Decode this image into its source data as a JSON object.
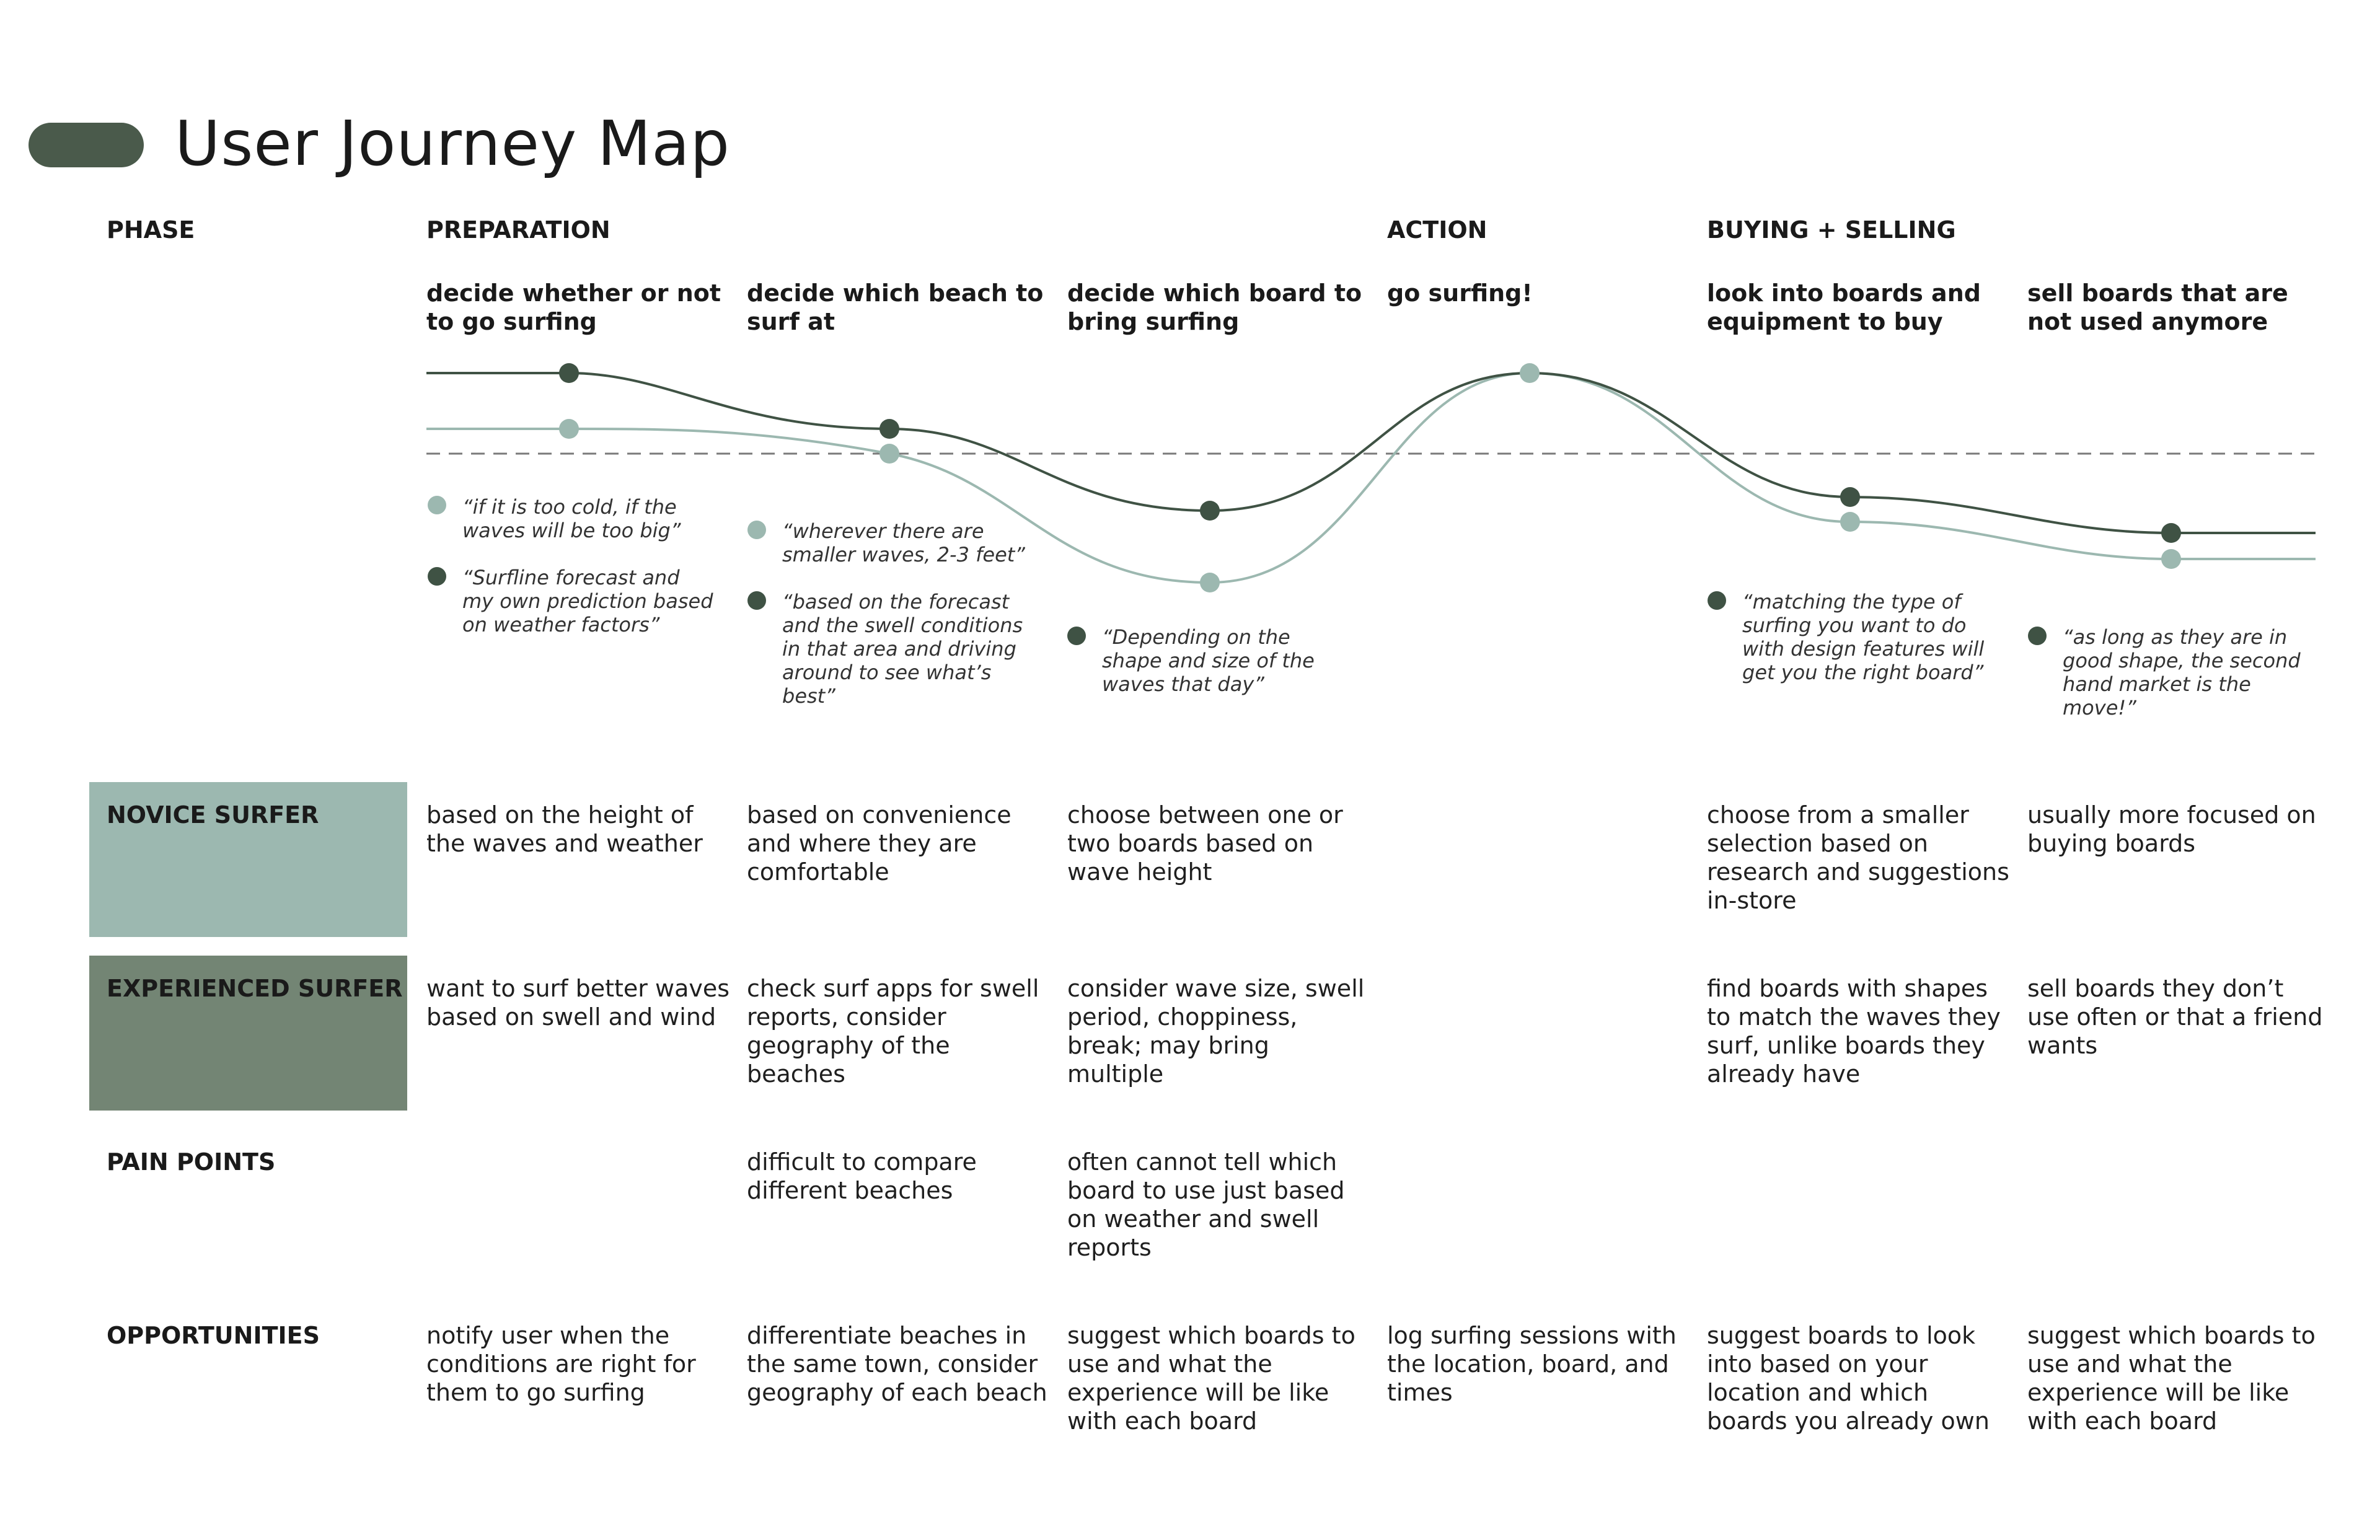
{
  "title": "User Journey Map",
  "phase_label": "PHASE",
  "phases": [
    "PREPARATION",
    "ACTION",
    "BUYING + SELLING"
  ],
  "steps": [
    "decide whether or not to go surfing",
    "decide which beach to surf at",
    "decide which board to bring surfing",
    "go surfing!",
    "look into boards and equipment to buy",
    "sell boards that are not used anymore"
  ],
  "quotes": {
    "c1_novice": "“if it is too cold, if the waves will be too big”",
    "c1_experienced": "“Surfline forecast and my own prediction based on weather factors”",
    "c2_novice": "“wherever there are smaller waves, 2-3 feet”",
    "c2_experienced": "“based on the forecast and the swell conditions in that area and driving around to see what’s best”",
    "c3_experienced": "“Depending on the shape and size of the waves that day”",
    "c5_experienced": "“matching the type of surfing you want to do with design features will get you the right board”",
    "c6_experienced": "“as long as they are in good shape, the second hand market is the move!”"
  },
  "rows": {
    "novice": {
      "label": "NOVICE SURFER",
      "cells": [
        "based on the height of the waves and weather",
        "based on convenience and where they are comfortable",
        "choose between one or two boards based on wave height",
        "",
        "choose from a smaller selection based on research and suggestions in-store",
        "usually more focused on buying boards"
      ]
    },
    "experienced": {
      "label": "EXPERIENCED SURFER",
      "cells": [
        "want to surf better waves based on swell and wind",
        "check surf apps for swell reports, consider geography of the beaches",
        "consider wave size, swell period, choppiness, break; may bring multiple",
        "",
        "find boards with shapes to match the waves they surf, unlike boards they already have",
        "sell boards they don’t use often or that a friend wants"
      ]
    },
    "pain_points": {
      "label": "PAIN POINTS",
      "cells": [
        "",
        "difficult to compare different beaches",
        "often cannot tell which board to use just based on weather and swell reports",
        "",
        "",
        ""
      ]
    },
    "opportunities": {
      "label": "OPPORTUNITIES",
      "cells": [
        "notify user when the conditions are right for them to go surfing",
        "differentiate beaches in the same town, consider geography of each beach",
        "suggest which boards to use and what the experience will be like with each board",
        "log surfing sessions with the location, board, and times",
        "suggest boards to look into based on your location and which boards you already own",
        "suggest which boards to use and what the experience will be like with each board"
      ]
    }
  },
  "colors": {
    "experienced": "#3f5244",
    "novice": "#9cb8b0",
    "novice_box": "#9cb8b0",
    "experienced_box": "#738574",
    "neutral_line": "#7a7a7a",
    "pill": "#4a5a4b"
  }
}
